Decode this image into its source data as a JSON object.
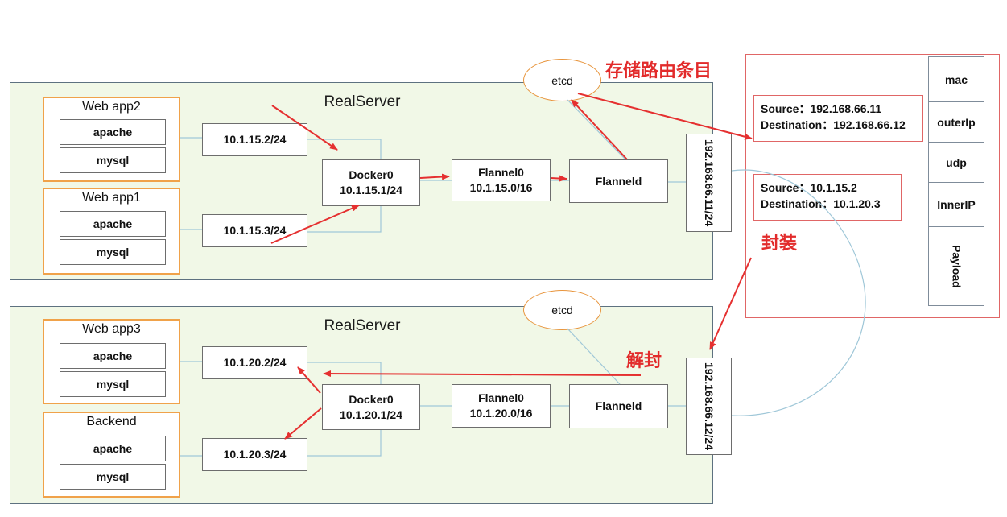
{
  "server_top": {
    "title": "RealServer",
    "apps": [
      {
        "title": "Web app2",
        "items": [
          "apache",
          "mysql"
        ]
      },
      {
        "title": "Web app1",
        "items": [
          "apache",
          "mysql"
        ]
      }
    ],
    "veth": [
      "10.1.15.2/24",
      "10.1.15.3/24"
    ],
    "docker": {
      "name": "Docker0",
      "ip": "10.1.15.1/24"
    },
    "flannel": {
      "name": "Flannel0",
      "ip": "10.1.15.0/16"
    },
    "flanneld": "Flanneld",
    "eth": "192.168.66.11/24",
    "etcd": "etcd"
  },
  "server_bottom": {
    "title": "RealServer",
    "apps": [
      {
        "title": "Web app3",
        "items": [
          "apache",
          "mysql"
        ]
      },
      {
        "title": "Backend",
        "items": [
          "apache",
          "mysql"
        ]
      }
    ],
    "veth": [
      "10.1.20.2/24",
      "10.1.20.3/24"
    ],
    "docker": {
      "name": "Docker0",
      "ip": "10.1.20.1/24"
    },
    "flannel": {
      "name": "Flannel0",
      "ip": "10.1.20.0/16"
    },
    "flanneld": "Flanneld",
    "eth": "192.168.66.12/24",
    "etcd": "etcd"
  },
  "packet": {
    "outer": {
      "source": "Source：192.168.66.11",
      "destination": "Destination：192.168.66.12"
    },
    "inner": {
      "source": "Source：10.1.15.2",
      "destination": "Destination：10.1.20.3"
    },
    "layers": [
      "mac",
      "outerIp",
      "udp",
      "InnerIP",
      "Payload"
    ]
  },
  "annotations": {
    "store_routes": "存储路由条目",
    "encapsulate": "封装",
    "decapsulate": "解封"
  },
  "colors": {
    "arrow": "#e53030",
    "app_border": "#f0a24a",
    "server_bg": "#f1f8e7",
    "link": "#9fc7d8"
  }
}
